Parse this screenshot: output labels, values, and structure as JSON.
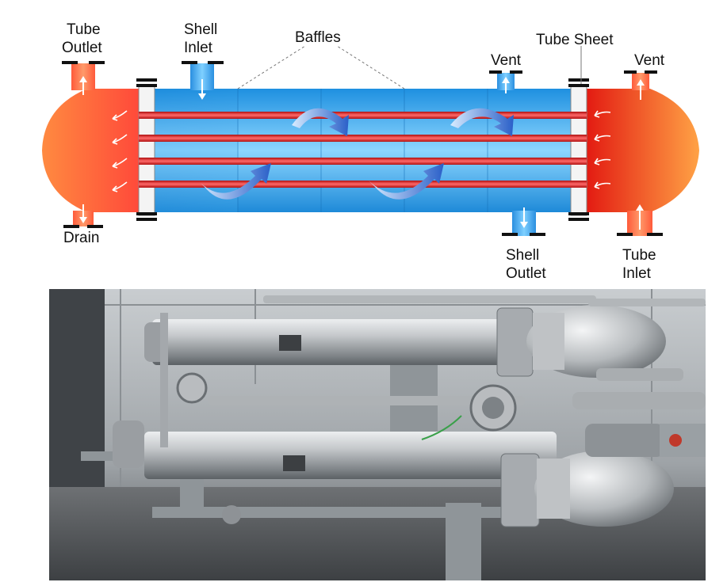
{
  "labels": {
    "tube_outlet": [
      "Tube",
      "Outlet"
    ],
    "shell_inlet": [
      "Shell",
      "Inlet"
    ],
    "baffles": "Baffles",
    "tube_sheet": "Tube Sheet",
    "vent_left": "Vent",
    "vent_right": "Vent",
    "drain": "Drain",
    "shell_outlet": [
      "Shell",
      "Outlet"
    ],
    "tube_inlet": [
      "Tube",
      "Inlet"
    ]
  },
  "colors": {
    "hot": "#e8201a",
    "hot_light": "#ff9a4a",
    "shell_blue": "#2a9fe6",
    "shell_light": "#8fd4ff",
    "tube_red": "#e02a2a",
    "flange": "#111111",
    "flow_arrow": "#3a7fd0",
    "metal": "#b9bcbf",
    "frame": "#9aa0a4",
    "floor": "#5a5d60"
  },
  "photo": {
    "description_icon": "heat-exchanger-photo"
  }
}
